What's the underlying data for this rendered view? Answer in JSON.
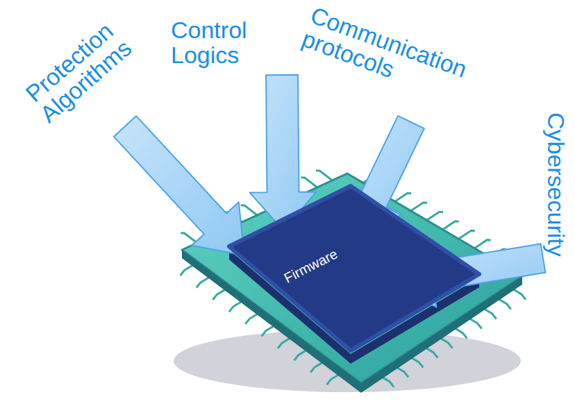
{
  "diagram": {
    "nodes": [
      {
        "text": [
          "Firmware"
        ]
      }
    ],
    "labels": [
      "Protection Algorithms",
      "Control Logics",
      "Communication protocols",
      "Cybersecurity"
    ]
  }
}
